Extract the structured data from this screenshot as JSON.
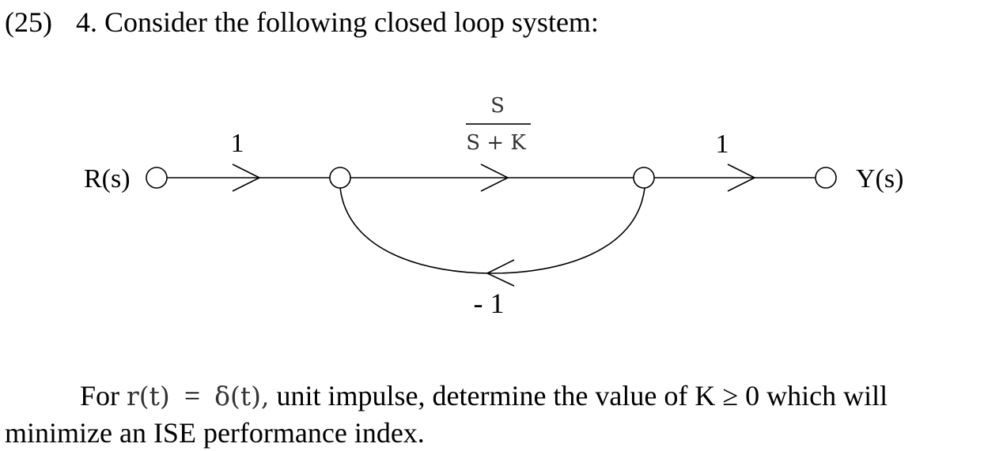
{
  "header": {
    "points": "(25)",
    "question": "4. Consider the following closed loop system:"
  },
  "diagram": {
    "input_label": "R(s)",
    "output_label": "Y(s)",
    "branches": [
      {
        "id": "input-branch",
        "gain": "1"
      },
      {
        "id": "forward-branch",
        "gain_numerator": "S",
        "gain_denominator": "S + K"
      },
      {
        "id": "output-branch",
        "gain": "1"
      },
      {
        "id": "feedback-branch",
        "gain": "- 1"
      }
    ]
  },
  "paragraph": {
    "for": "For",
    "r_t": "r(t)",
    "equals": "=",
    "delta_t": "δ(t),",
    "text1": "unit impulse, determine the value of",
    "k_cond": "K ≥ 0",
    "text2": "which will minimize an ISE performance index."
  }
}
